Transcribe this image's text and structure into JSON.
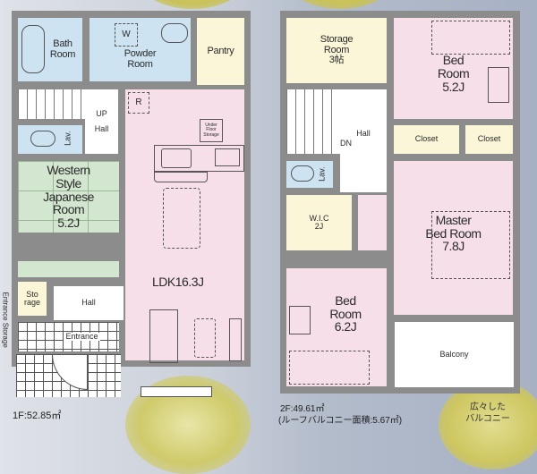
{
  "floor1": {
    "area_label": "1F:52.85㎡",
    "rooms": {
      "bath": "Bath\nRoom",
      "bath_l1": "Bath",
      "bath_l2": "Room",
      "powder_l1": "Powder",
      "powder_l2": "Room",
      "washer": "W",
      "pantry": "Pantry",
      "stairs_up": "UP",
      "hall_upper": "Hall",
      "lav": "Lav.",
      "refrigerator": "R",
      "under_floor_l1": "Under",
      "under_floor_l2": "Floor",
      "under_floor_l3": "Storage",
      "japanese_l1": "Western",
      "japanese_l2": "Style",
      "japanese_l3": "Japanese",
      "japanese_l4": "Room",
      "japanese_l5": "5.2J",
      "storage_l1": "Sto",
      "storage_l2": "rage",
      "hall_lower": "Hall",
      "entrance": "Entrance",
      "ldk": "LDK16.3J",
      "entrance_storage_vertical": "Entrance Storage"
    }
  },
  "floor2": {
    "area_label": "2F:49.61㎡",
    "roof_balcony_label": "(ルーフバルコニー面積:5.67㎡)",
    "rooms": {
      "storage_l1": "Storage",
      "storage_l2": "Room",
      "storage_l3": "3帖",
      "bed1_l1": "Bed",
      "bed1_l2": "Room",
      "bed1_l3": "5.2J",
      "hall": "Hall",
      "stairs_down": "DN",
      "closet1": "Closet",
      "closet2": "Closet",
      "lav": "Lav.",
      "wic_l1": "W.I.C",
      "wic_l2": "2J",
      "master_l1": "Master",
      "master_l2": "Bed Room",
      "master_l3": "7.8J",
      "bed2_l1": "Bed",
      "bed2_l2": "Room",
      "bed2_l3": "6.2J",
      "balcony": "Balcony"
    }
  },
  "callout": {
    "line1": "広々した",
    "line2": "バルコニー"
  },
  "colors": {
    "wall": "#8c8c8c",
    "wet_area": "#cde3f2",
    "living": "#f6dfe9",
    "storage": "#fbf6d8",
    "tatami": "#d3e6d0",
    "glow": "#c9c25a"
  }
}
